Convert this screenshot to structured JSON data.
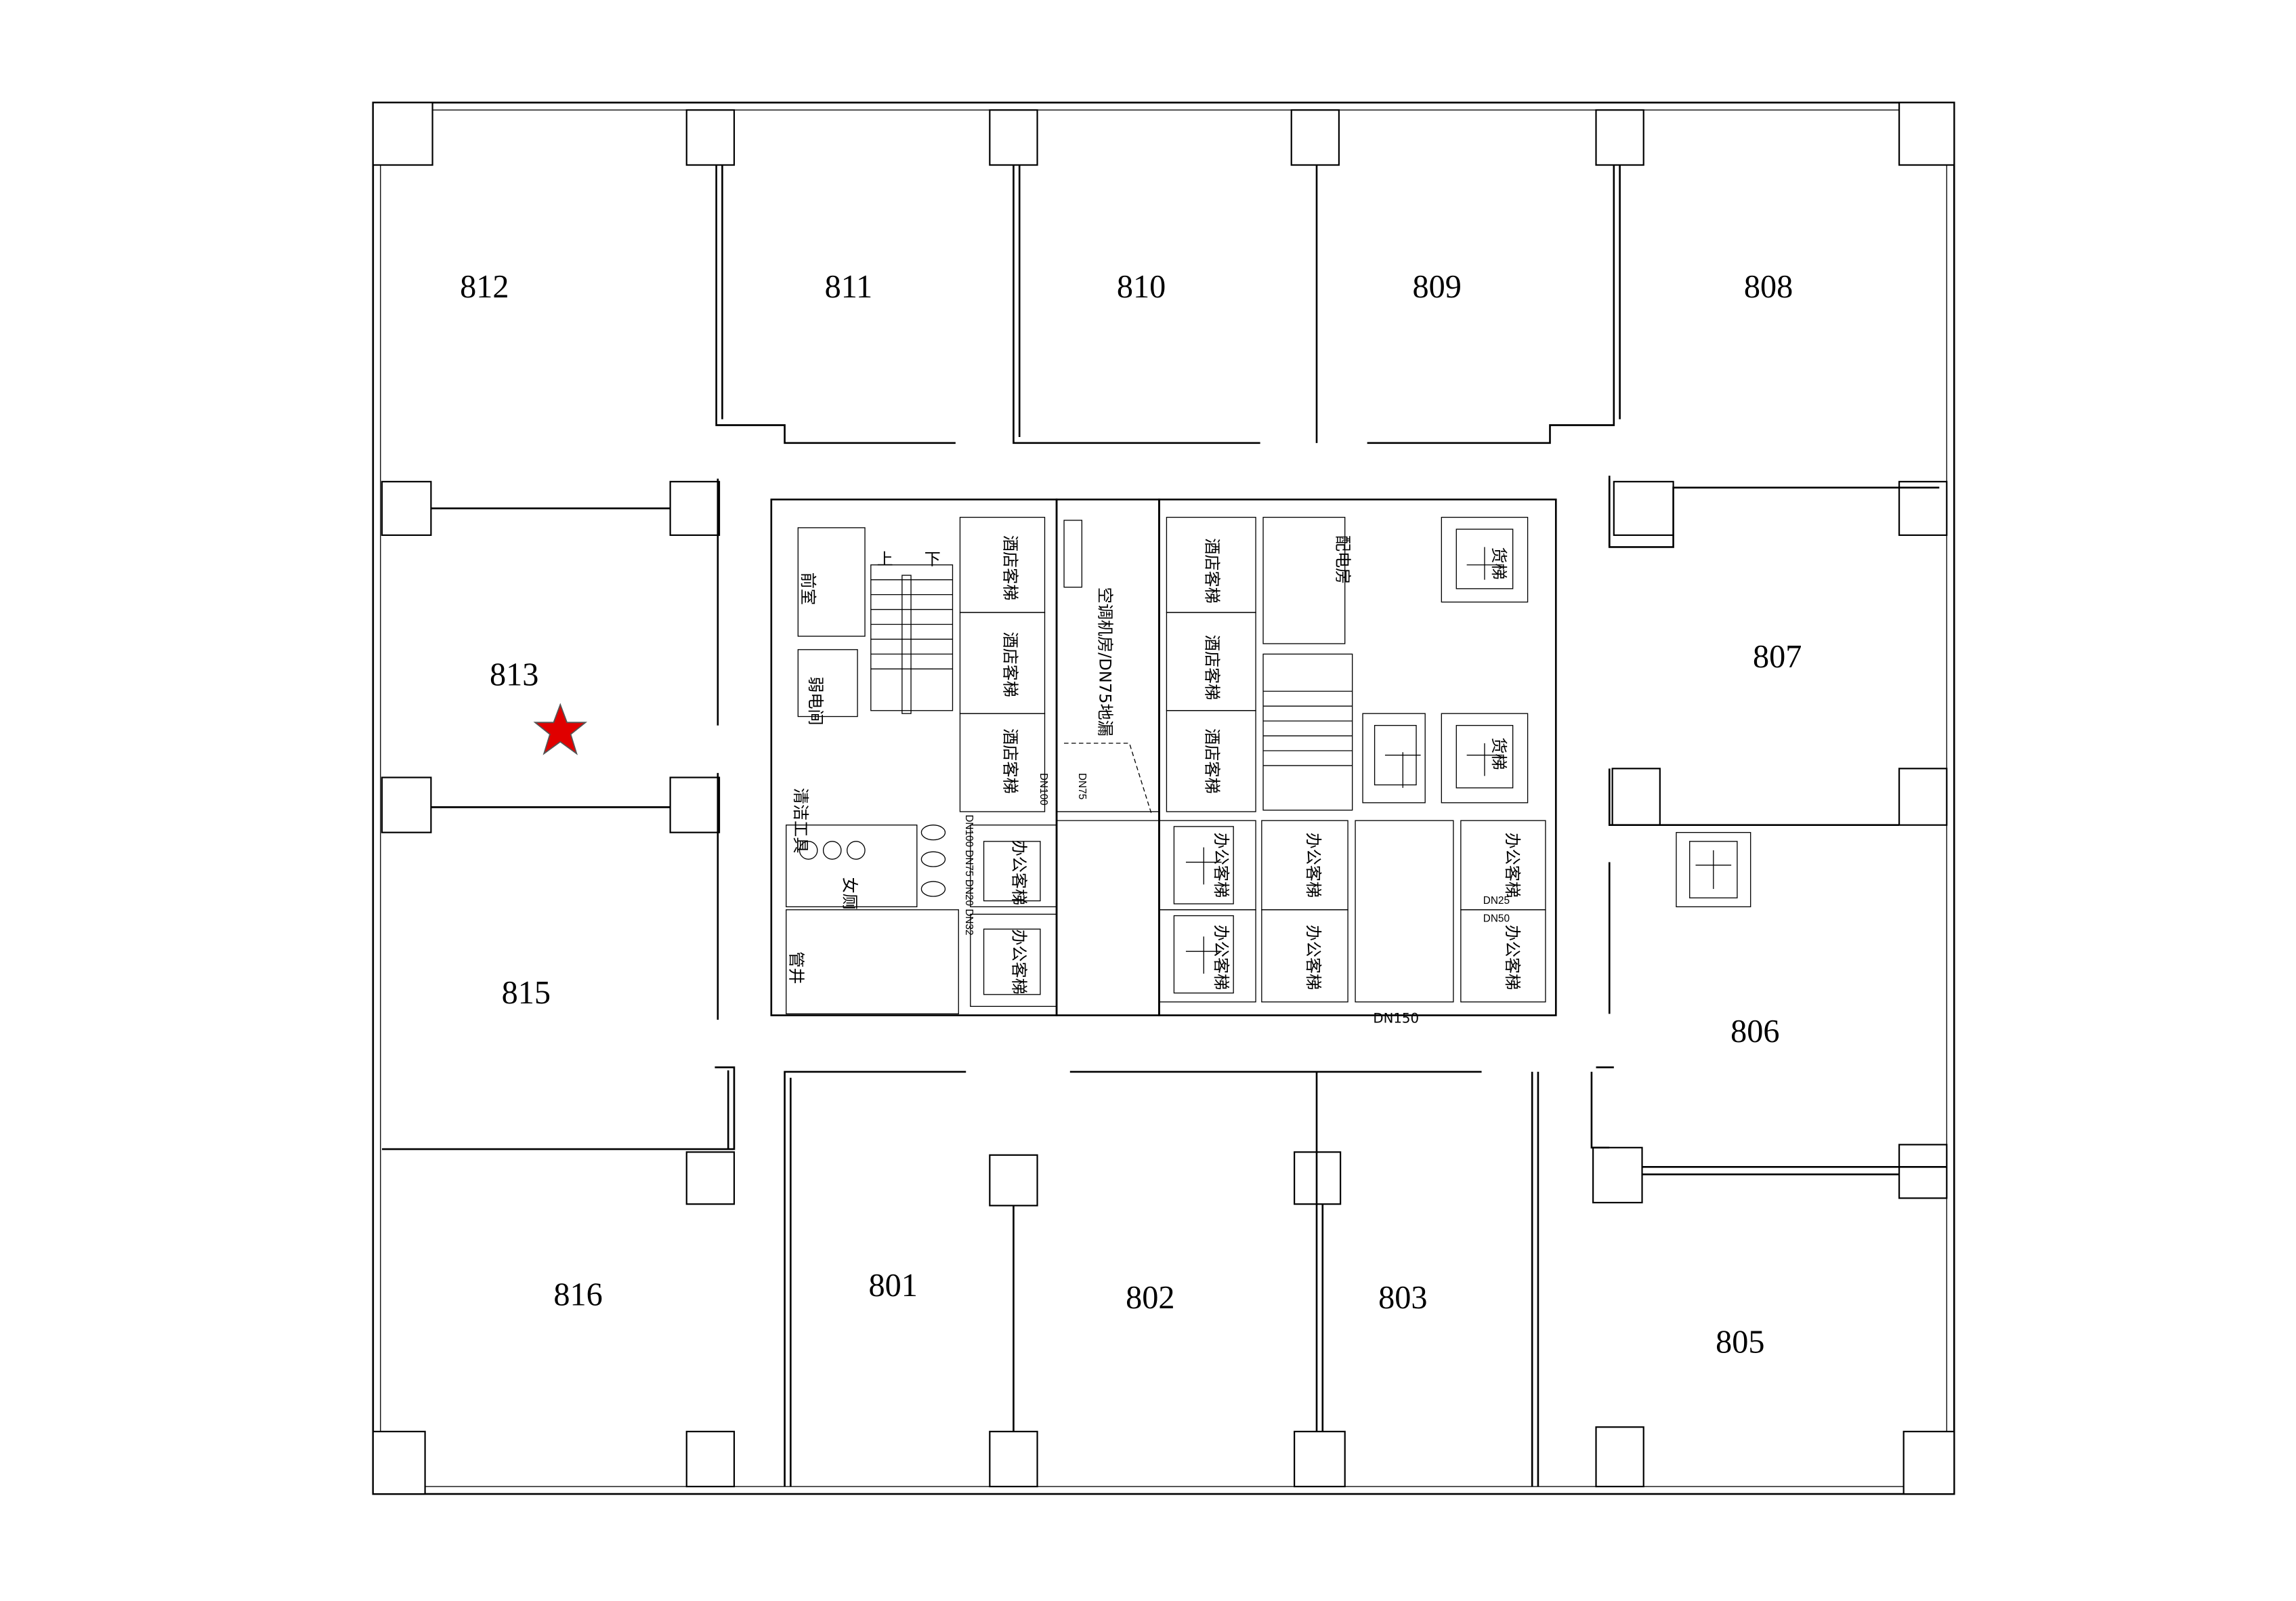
{
  "rooms": {
    "r812": "812",
    "r811": "811",
    "r810": "810",
    "r809": "809",
    "r808": "808",
    "r813": "813",
    "r807": "807",
    "r815": "815",
    "r806": "806",
    "r816": "816",
    "r801": "801",
    "r802": "802",
    "r803": "803",
    "r805": "805"
  },
  "marker": {
    "room": "813",
    "color": "#e00000",
    "icon": "star-icon"
  },
  "core_labels": {
    "front_room": "前室",
    "weak_elec": "弱电间",
    "hotel_elev_1": "酒店客梯",
    "hotel_elev_2": "酒店客梯",
    "hotel_elev_3": "酒店客梯",
    "hotel_elev_4": "酒店客梯",
    "hotel_elev_5": "酒店客梯",
    "hotel_elev_6": "酒店客梯",
    "ac_room": "空调机房/DN75地漏",
    "power_room": "配电房",
    "freight_1": "货梯",
    "freight_2": "货梯",
    "office_elev_1": "办公客梯",
    "office_elev_2": "办公客梯",
    "office_elev_3": "办公客梯",
    "office_elev_4": "办公客梯",
    "office_elev_5": "办公客梯",
    "office_elev_6": "办公客梯",
    "office_elev_7": "办公客梯",
    "office_elev_8": "办公客梯",
    "womens_wc": "女厕",
    "cleaning": "清洁工具",
    "pipe_well": "管井",
    "stair_up": "上",
    "stair_down": "下"
  },
  "pipe_labels": {
    "dn100": "DN100",
    "dn75": "DN75",
    "dn150": "DN150",
    "dn25": "DN25",
    "dn50": "DN50",
    "stack": "DN100 DN75 DN20 DN32"
  }
}
